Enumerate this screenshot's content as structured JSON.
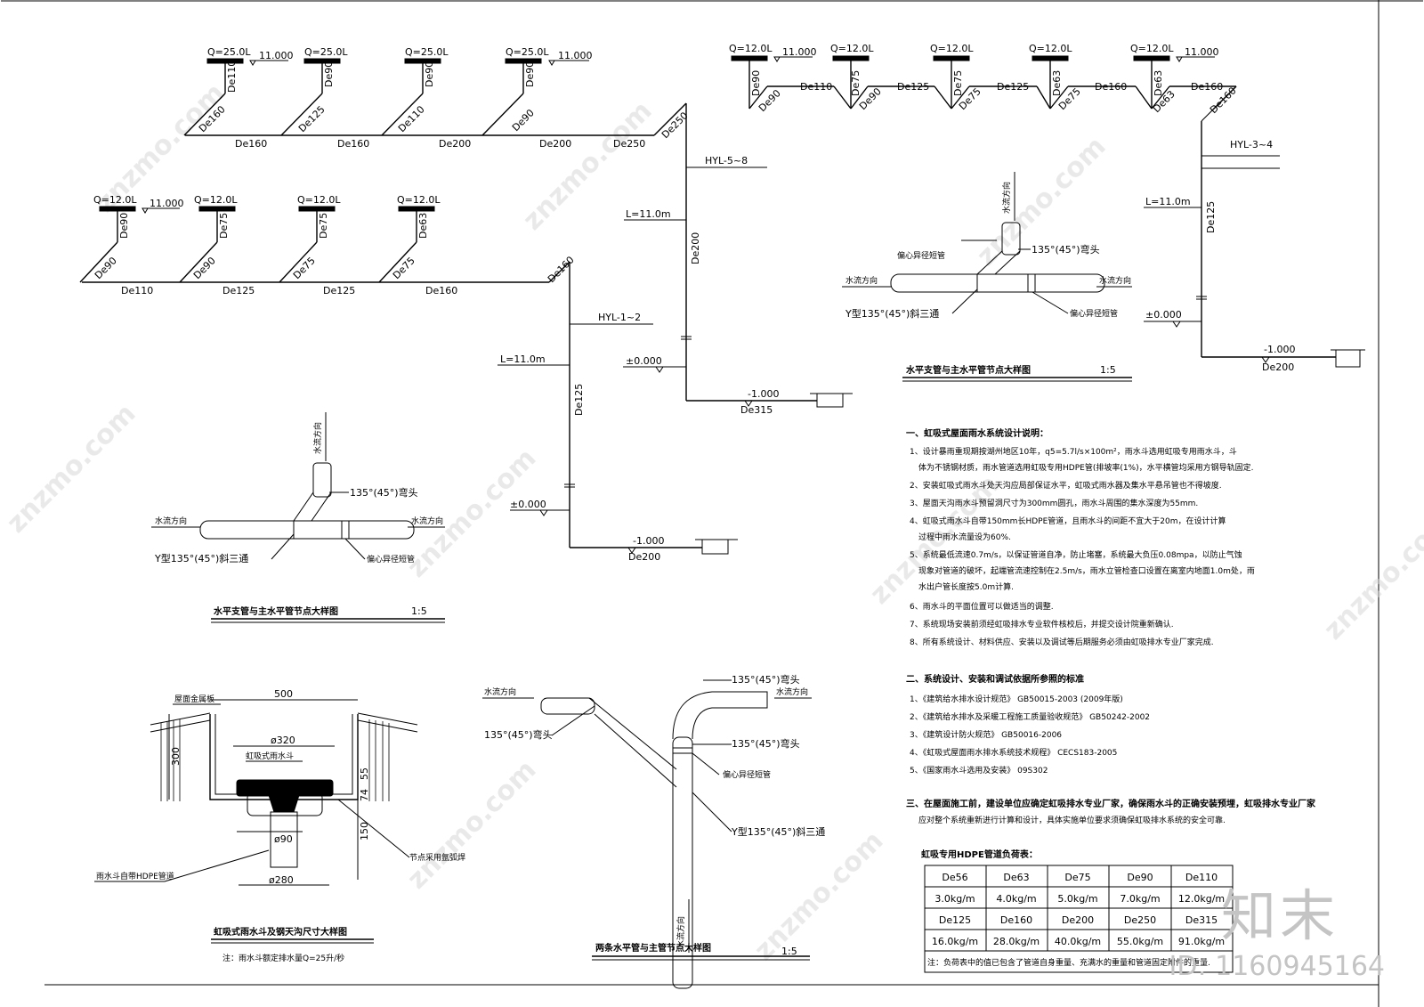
{
  "branch_groups": [
    {
      "q": "Q=25.0L",
      "elev": "11.000",
      "branch": "De110",
      "lower": "De160",
      "main": "De160"
    },
    {
      "q": "Q=25.0L",
      "branch": "De90",
      "lower": "De125",
      "main": "De160"
    },
    {
      "q": "Q=25.0L",
      "branch": "De90",
      "lower": "De110",
      "main": "De200"
    },
    {
      "q": "Q=25.0L",
      "elev": "11.000",
      "branch": "De90",
      "lower": "De90",
      "main": "De200"
    },
    {
      "q": "Q=12.0L",
      "elev": "11.000",
      "branch": "De90",
      "lower": "De90",
      "main": "De110"
    },
    {
      "q": "Q=12.0L",
      "branch": "De75",
      "lower": "De90",
      "main": "De125"
    },
    {
      "q": "Q=12.0L",
      "branch": "De75",
      "lower": "De75",
      "main": "De125"
    },
    {
      "q": "Q=12.0L",
      "branch": "De63",
      "lower": "De75",
      "main": "De160"
    }
  ],
  "top_right": {
    "q": "Q=12.0L",
    "elev": "11.000",
    "branch": [
      "De75",
      "De75",
      "De63",
      "De63"
    ],
    "lower": [
      "De90",
      "De90",
      "De75",
      "De75",
      "De63"
    ],
    "main": [
      "De110",
      "De125",
      "De125",
      "De160",
      "De160"
    ],
    "end": "De160"
  },
  "risers": {
    "hyl58": {
      "label": "HYL-5~8",
      "len": "L=11.0m",
      "pipe": "De200",
      "top": "De250",
      "zero": "±0.000",
      "neg": "-1.000",
      "out": "De315"
    },
    "hyl12": {
      "label": "HYL-1~2",
      "len": "L=11.0m",
      "pipe": "De125",
      "top": "De160",
      "zero": "±0.000",
      "neg": "-1.000",
      "out": "De200"
    },
    "hyl34": {
      "label": "HYL-3~4",
      "len": "L=11.0m",
      "pipe": "De125",
      "zero": "±0.000",
      "neg": "-1.000",
      "out": "De200"
    }
  },
  "main_250": "De250",
  "detail1": {
    "title": "水平支管与主水平管节点大样图",
    "scale": "1:5",
    "flow": "水流方向",
    "elbow": "135°(45°)弯头",
    "tee": "Y型135°(45°)斜三通",
    "reducer": "偏心异径短管"
  },
  "detail2": {
    "title": "水平支管与主水平管节点大样图",
    "scale": "1:5",
    "flow": "水流方向",
    "elbow": "135°(45°)弯头",
    "tee": "Y型135°(45°)斜三通",
    "reducer": "偏心异径短管"
  },
  "detail3": {
    "title": "虹吸式雨水斗及钢天沟尺寸大样图",
    "note": "注：雨水斗额定排水量Q=25升/秒",
    "roof": "屋面金属板",
    "w500": "500",
    "d320": "ø320",
    "funnel": "虹吸式雨水斗",
    "h300": "300",
    "h55": "55",
    "h74": "74",
    "h150": "150",
    "d90": "ø90",
    "d280": "ø280",
    "hdpe": "雨水斗自带HDPE管道",
    "weld": "节点采用氩弧焊"
  },
  "detail4": {
    "title": "两条水平管与主管节点大样图",
    "scale": "1:5",
    "flow": "水流方向",
    "elbow": "135°(45°)弯头",
    "tee": "Y型135°(45°)斜三通",
    "reducer": "偏心异径短管"
  },
  "notes": {
    "h1": "一、虹吸式屋面雨水系统设计说明：",
    "l1": "1、设计暴雨重现期按湖州地区10年，q5=5.7l/s×100m²，雨水斗选用虹吸专用雨水斗，斗",
    "l1b": "体为不锈钢材质，雨水管道选用虹吸专用HDPE管(排坡率(1%)，水平横管均采用方钢导轨固定.",
    "l2": "2、安装虹吸式雨水斗处天沟应局部保证水平，虹吸式雨水器及集水平悬吊管也不得坡度.",
    "l3": "3、屋面天沟雨水斗预留洞尺寸为300mm圆孔，雨水斗周围的集水深度为55mm.",
    "l4": "4、虹吸式雨水斗自带150mm长HDPE管道，且雨水斗的间距不宜大于20m，在设计计算",
    "l4b": "过程中雨水流量设为60%.",
    "l5": "5、系统最低流速0.7m/s，以保证管道自净，防止堵塞，系统最大负压0.08mpa，以防止气蚀",
    "l5b": "现象对管道的破坏，起端管流速控制在2.5m/s，雨水立管检查口设置在离室内地面1.0m处，雨",
    "l5c": "水出户管长度按5.0m计算.",
    "l6": "6、雨水斗的平面位置可以做适当的调整.",
    "l7": "7、系统现场安装前须经虹吸排水专业软件核校后，并提交设计院重新确认.",
    "l8": "8、所有系统设计、材料供应、安装以及调试等后期服务必须由虹吸排水专业厂家完成.",
    "h2": "二、系统设计、安装和调试依据所参照的标准",
    "s1": "1、《建筑给水排水设计规范》 GB50015-2003 (2009年版)",
    "s2": "2、《建筑给水排水及采暖工程施工质量验收规范》 GB50242-2002",
    "s3": "3、《建筑设计防火规范》 GB50016-2006",
    "s4": "4、《虹吸式屋面雨水排水系统技术规程》 CECS183-2005",
    "s5": "5、《国家雨水斗选用及安装》 09S302",
    "h3": "三、在屋面施工前，建设单位应确定虹吸排水专业厂家，确保雨水斗的正确安装预埋，虹吸排水专业厂家",
    "h3b": "应对整个系统重新进行计算和设计，具体实施单位要求须确保虹吸排水系统的安全可靠."
  },
  "table": {
    "title": "虹吸专用HDPE管道负荷表：",
    "r1": [
      "De56",
      "De63",
      "De75",
      "De90",
      "De110"
    ],
    "r2": [
      "3.0kg/m",
      "4.0kg/m",
      "5.0kg/m",
      "7.0kg/m",
      "12.0kg/m"
    ],
    "r3": [
      "De125",
      "De160",
      "De200",
      "De250",
      "De315"
    ],
    "r4": [
      "16.0kg/m",
      "28.0kg/m",
      "40.0kg/m",
      "55.0kg/m",
      "91.0kg/m"
    ],
    "note": "注：负荷表中的值已包含了管道自身重量、充满水的重量和管道固定附件的重量."
  },
  "watermark": "znzmo.com",
  "brand": "知末",
  "id": "ID: 1160945164"
}
